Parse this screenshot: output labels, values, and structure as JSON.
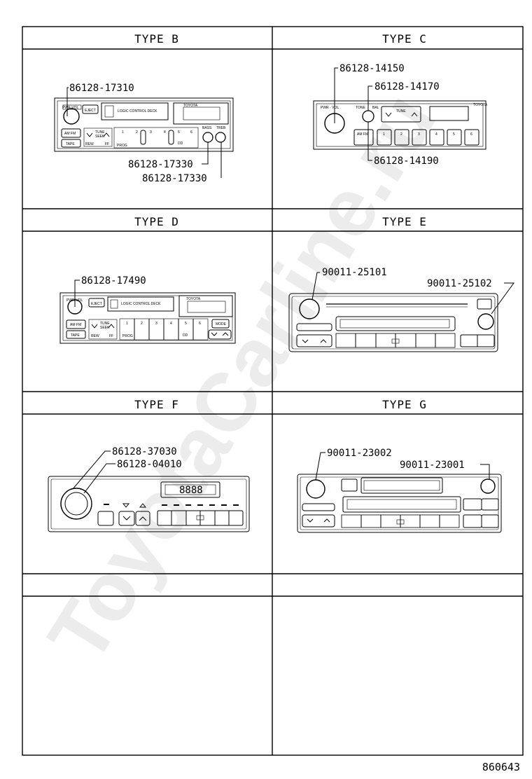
{
  "watermark": "ToyotaCarline.ru",
  "document_number": "860643",
  "panels": {
    "type_b": {
      "title": "TYPE B",
      "parts": [
        "86128-17310",
        "86128-17330",
        "86128-17330"
      ],
      "labels": {
        "pwr": "PWR·VOL",
        "eject": "EJECT",
        "deck": "LOGIC CONTROL DECK",
        "brand": "TOYOTA",
        "amfm": "AM FM",
        "tape": "TAPE",
        "tune": "TUNE",
        "seek": "SEEK",
        "rew": "REW",
        "ff": "FF",
        "prog": "PROG",
        "presets": [
          "1",
          "2",
          "3",
          "4",
          "5",
          "6"
        ],
        "dolby": "DD",
        "bass": "BASS",
        "treb": "TREB"
      }
    },
    "type_c": {
      "title": "TYPE C",
      "parts": [
        "86128-14150",
        "86128-14170",
        "86128-14190"
      ],
      "labels": {
        "pwr": "PWR · VOL",
        "tone": "TONE",
        "bal": "BAL",
        "tune": "TUNE",
        "brand": "TOYOTA",
        "amfm": "AM FM",
        "presets": [
          "1",
          "2",
          "3",
          "4",
          "5",
          "6"
        ]
      }
    },
    "type_d": {
      "title": "TYPE D",
      "parts": [
        "86128-17490"
      ],
      "labels": {
        "pwr": "PWR·VOL",
        "eject": "EJECT",
        "deck": "LOGIC CONTROL DECK",
        "brand": "TOYOTA",
        "amfm": "AM FM",
        "tape": "TAPE",
        "tune": "TUNE",
        "seek": "SEEK",
        "rew": "REW",
        "ff": "FF",
        "prog": "PROG",
        "mode": "MODE",
        "presets": [
          "1",
          "2",
          "3",
          "4",
          "5",
          "6"
        ],
        "dolby": "DD"
      }
    },
    "type_e": {
      "title": "TYPE E",
      "parts": [
        "90011-25101",
        "90011-25102"
      ]
    },
    "type_f": {
      "title": "TYPE F",
      "parts": [
        "86128-37030",
        "86128-04010"
      ],
      "labels": {
        "display": "8888"
      }
    },
    "type_g": {
      "title": "TYPE G",
      "parts": [
        "90011-23002",
        "90011-23001"
      ]
    },
    "blank_left": {
      "title": ""
    },
    "blank_right": {
      "title": ""
    }
  }
}
